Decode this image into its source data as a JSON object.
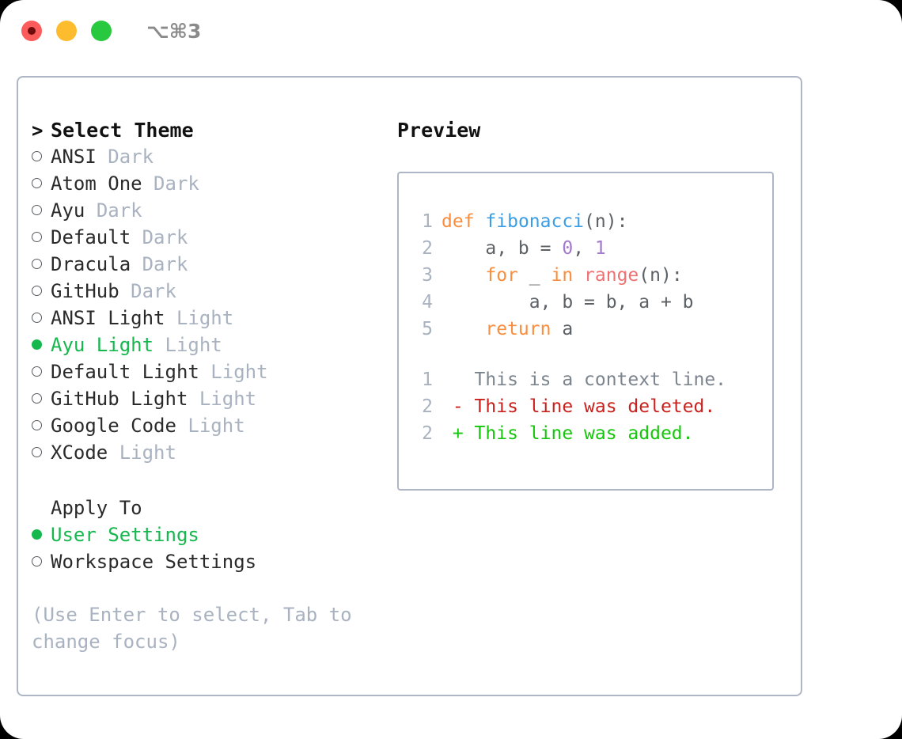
{
  "titlebar": {
    "shortcut": "⌥⌘3",
    "buttons": [
      {
        "name": "close",
        "color": "#FB5B5B"
      },
      {
        "name": "minimize",
        "color": "#FDBC2E"
      },
      {
        "name": "maximize",
        "color": "#28C93F"
      }
    ]
  },
  "theme_picker": {
    "heading": "Select Theme",
    "caret": ">",
    "bullet_hollow": "○",
    "bullet_filled": "●",
    "items": [
      {
        "label": "ANSI",
        "variant": "Dark",
        "selected": false
      },
      {
        "label": "Atom One",
        "variant": "Dark",
        "selected": false
      },
      {
        "label": "Ayu",
        "variant": "Dark",
        "selected": false
      },
      {
        "label": "Default",
        "variant": "Dark",
        "selected": false
      },
      {
        "label": "Dracula",
        "variant": "Dark",
        "selected": false
      },
      {
        "label": "GitHub",
        "variant": "Dark",
        "selected": false
      },
      {
        "label": "ANSI Light",
        "variant": "Light",
        "selected": false
      },
      {
        "label": "Ayu Light",
        "variant": "Light",
        "selected": true
      },
      {
        "label": "Default Light",
        "variant": "Light",
        "selected": false
      },
      {
        "label": "GitHub Light",
        "variant": "Light",
        "selected": false
      },
      {
        "label": "Google Code",
        "variant": "Light",
        "selected": false
      },
      {
        "label": "XCode",
        "variant": "Light",
        "selected": false
      }
    ]
  },
  "apply_to": {
    "heading": "Apply To",
    "items": [
      {
        "label": "User Settings",
        "selected": true
      },
      {
        "label": "Workspace Settings",
        "selected": false
      }
    ]
  },
  "hint": "(Use Enter to select, Tab to change focus)",
  "preview": {
    "title": "Preview",
    "code_lines": [
      {
        "num": "1",
        "tokens": [
          {
            "t": "def",
            "c": "kw"
          },
          {
            "t": " ",
            "c": "pun"
          },
          {
            "t": "fibonacci",
            "c": "fn"
          },
          {
            "t": "(n):",
            "c": "pun"
          }
        ]
      },
      {
        "num": "2",
        "tokens": [
          {
            "t": "    a, b = ",
            "c": "code"
          },
          {
            "t": "0",
            "c": "num"
          },
          {
            "t": ", ",
            "c": "code"
          },
          {
            "t": "1",
            "c": "num"
          }
        ]
      },
      {
        "num": "3",
        "tokens": [
          {
            "t": "    ",
            "c": "code"
          },
          {
            "t": "for",
            "c": "kw"
          },
          {
            "t": " _ ",
            "c": "code"
          },
          {
            "t": "in",
            "c": "kw"
          },
          {
            "t": " ",
            "c": "code"
          },
          {
            "t": "range",
            "c": "bi"
          },
          {
            "t": "(n):",
            "c": "pun"
          }
        ]
      },
      {
        "num": "4",
        "tokens": [
          {
            "t": "        a, b = b, a + b",
            "c": "code"
          }
        ]
      },
      {
        "num": "5",
        "tokens": [
          {
            "t": "    ",
            "c": "code"
          },
          {
            "t": "return",
            "c": "kw"
          },
          {
            "t": " a",
            "c": "code"
          }
        ]
      }
    ],
    "diff_lines": [
      {
        "num": "1",
        "sign": " ",
        "text": "This is a context line.",
        "kind": "ctx"
      },
      {
        "num": "2",
        "sign": "-",
        "text": "This line was deleted.",
        "kind": "del"
      },
      {
        "num": "2",
        "sign": "+",
        "text": "This line was added.",
        "kind": "add"
      }
    ]
  },
  "colors": {
    "keyword": "#FA8D3E",
    "function": "#399EE6",
    "number": "#A37ACC",
    "builtin": "#F07171",
    "selected": "#16B84E",
    "muted": "#A9B2C0",
    "diff_deleted": "#C9211E",
    "diff_added": "#16C60C",
    "border": "#AEB6C6"
  }
}
